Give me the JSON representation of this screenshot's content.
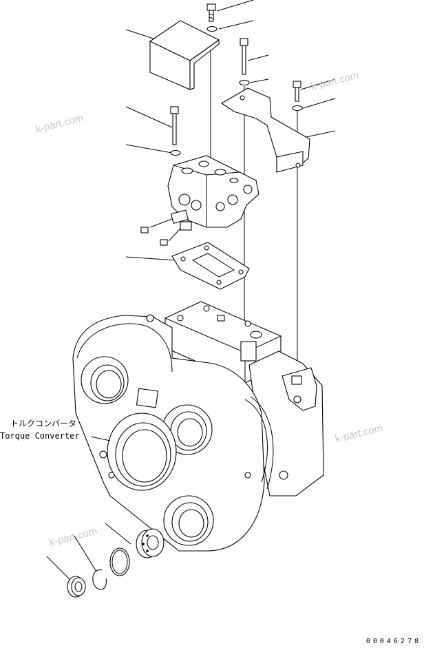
{
  "labels": {
    "torque_converter_jp": "トルクコンバータ",
    "torque_converter_en": "Torque Converter"
  },
  "watermarks": [
    "k-part.com",
    "k-part.com",
    "k-part.com",
    "k-part.com"
  ],
  "drawing_number": "00046278",
  "colors": {
    "line": "#000000",
    "watermark": "#c8c8c8",
    "background": "#ffffff"
  }
}
